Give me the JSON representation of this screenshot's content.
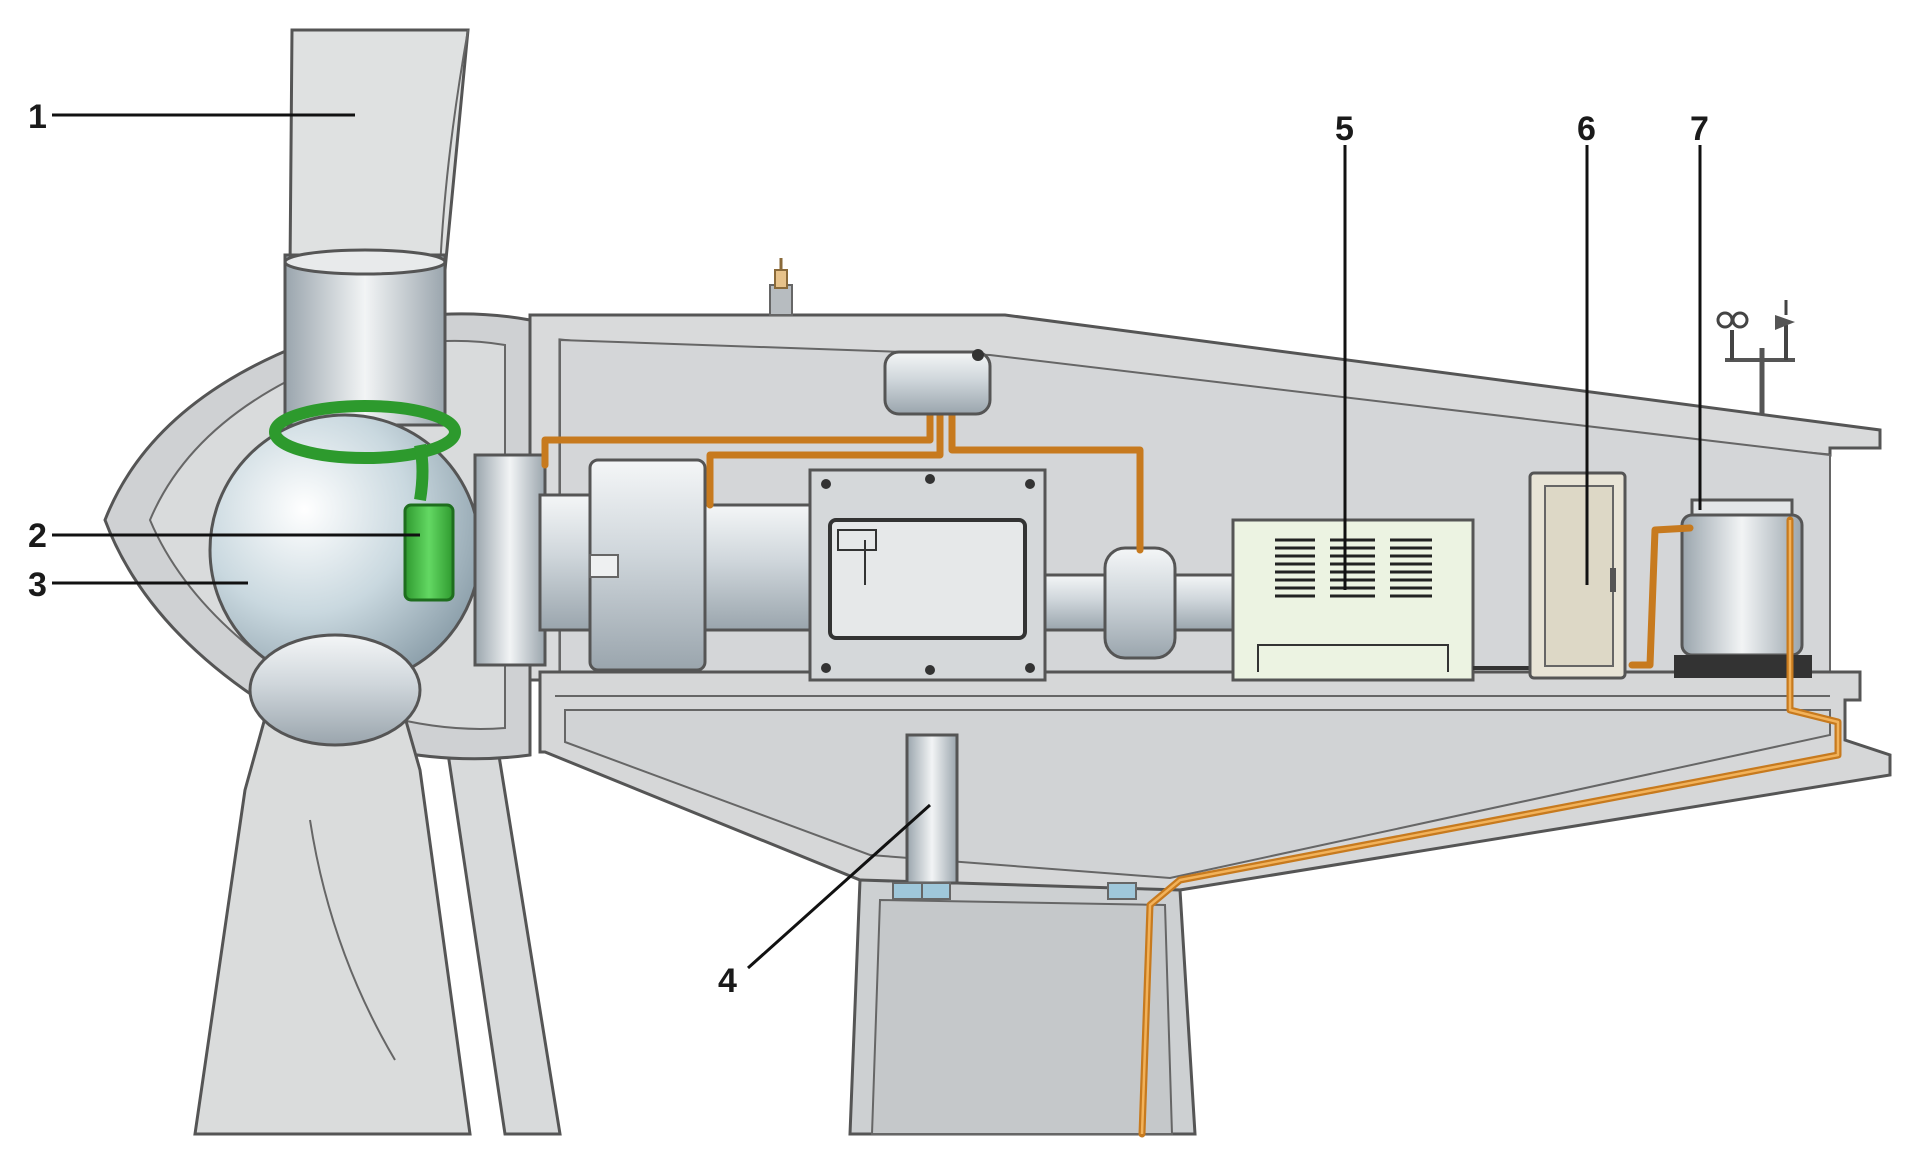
{
  "callouts": [
    {
      "id": 1,
      "label": "1"
    },
    {
      "id": 2,
      "label": "2"
    },
    {
      "id": 3,
      "label": "3"
    },
    {
      "id": 4,
      "label": "4"
    },
    {
      "id": 5,
      "label": "5"
    },
    {
      "id": 6,
      "label": "6"
    },
    {
      "id": 7,
      "label": "7"
    }
  ],
  "colors": {
    "background": "#ffffff",
    "housing_fill": "#d4d6d8",
    "housing_outline": "#555555",
    "blade_fill": "#dfe1e1",
    "pitch_motor": "#37b537",
    "cable": "#c77a1e",
    "generator_panel": "#ecf3e2",
    "control_cabinet": "#e8e4d6"
  },
  "icons": {
    "wind_vane_anemometer": "anemometer-icon",
    "beacon": "beacon-icon"
  }
}
